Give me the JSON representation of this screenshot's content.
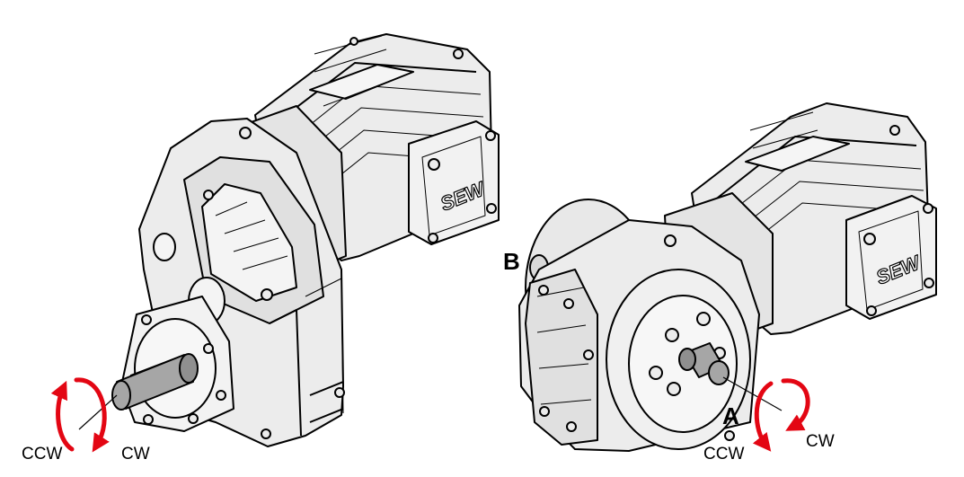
{
  "colors": {
    "outline": "#000000",
    "housing": "#ececec",
    "housing_shade": "#d6d6d6",
    "shaft": "#a6a6a6",
    "arrow": "#e30613",
    "background": "#ffffff"
  },
  "left_unit": {
    "brand": "SEW",
    "rotation": {
      "ccw_label": "CCW",
      "cw_label": "CW"
    }
  },
  "right_unit": {
    "brand": "SEW",
    "shaft_a_label": "A",
    "shaft_b_label": "B",
    "rotation": {
      "ccw_label": "CCW",
      "cw_label": "CW"
    }
  },
  "icons": {
    "rotation_arrow": "curved-arrow-icon"
  }
}
